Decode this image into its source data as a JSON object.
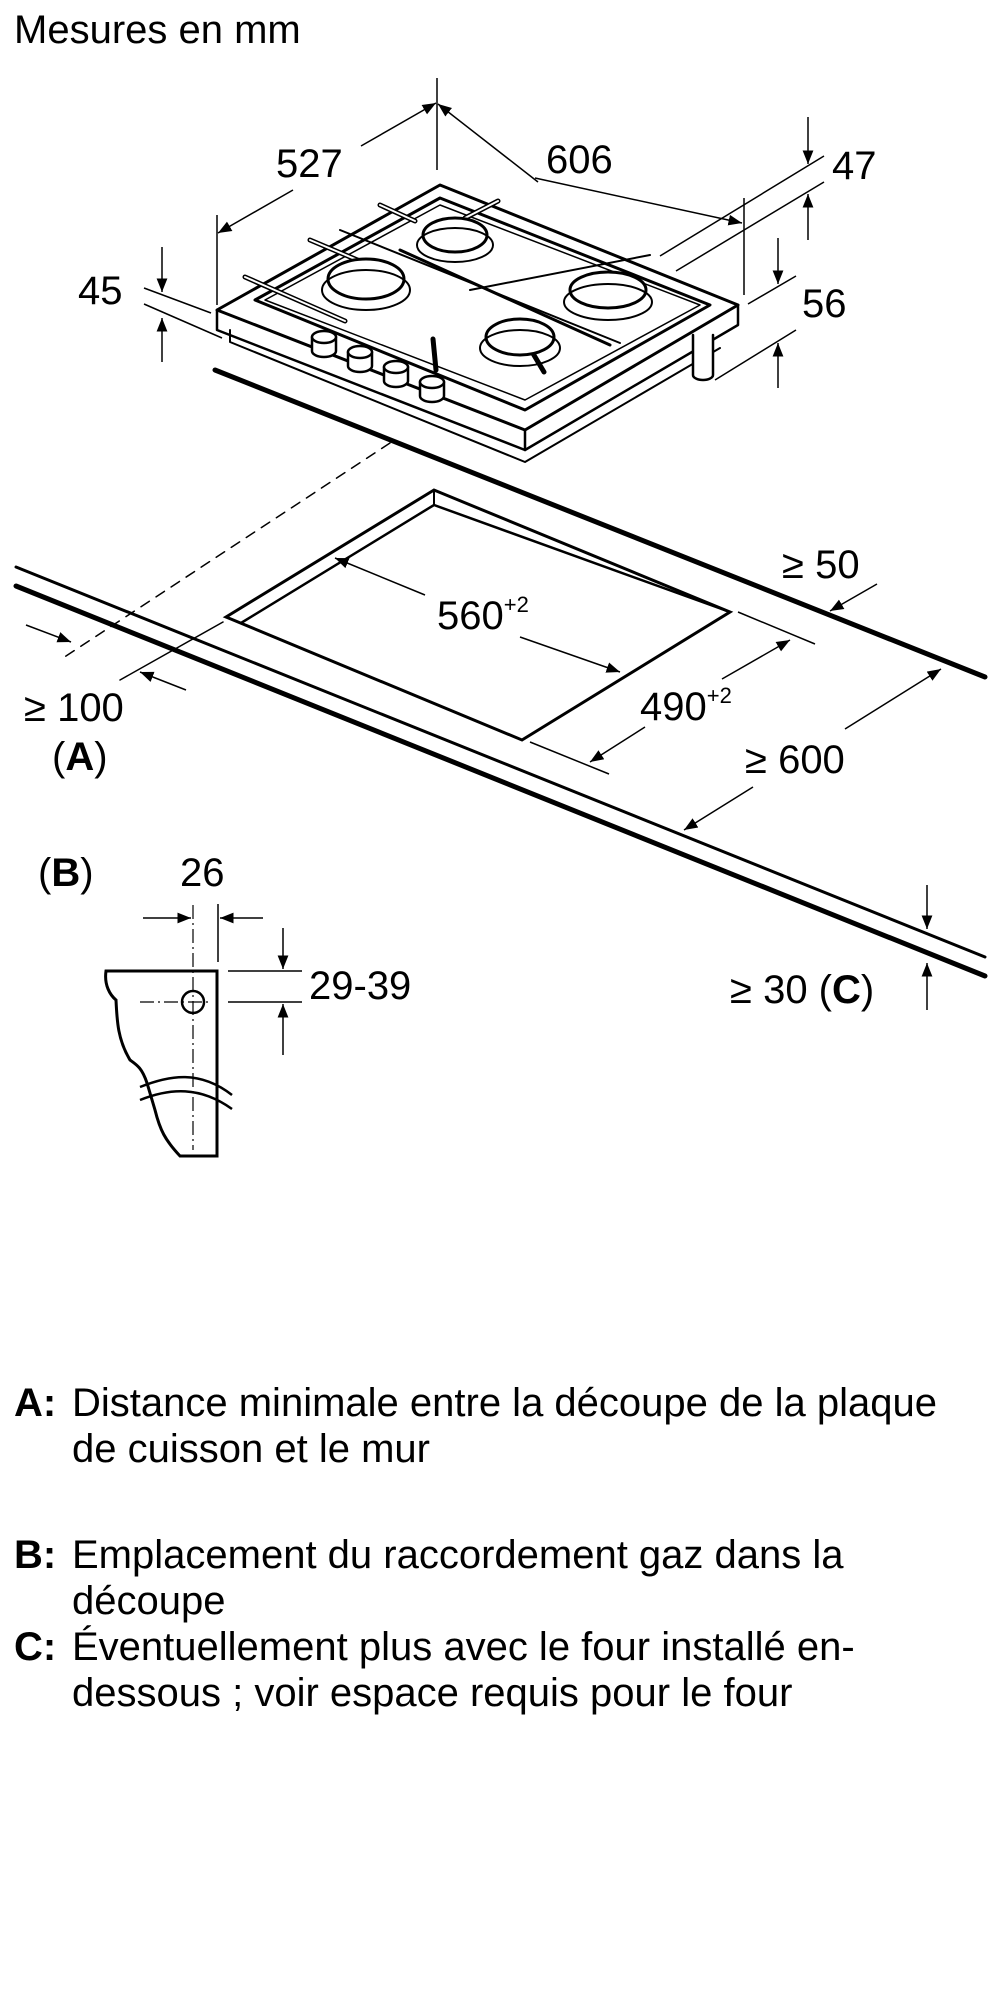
{
  "title": "Mesures en mm",
  "hob_dimensions": {
    "depth": "527",
    "width": "606",
    "top_height": "47",
    "front_height": "45",
    "below_height": "56"
  },
  "cutout_dimensions": {
    "width": "560",
    "width_tolerance": "+2",
    "depth": "490",
    "depth_tolerance": "+2"
  },
  "clearances": {
    "wall_distance": "≥ 100",
    "wall_marker": "A",
    "back_distance": "≥ 50",
    "worktop_depth": "≥ 600",
    "worktop_thickness": "≥ 30",
    "thickness_marker": "C"
  },
  "gas_connection_detail": {
    "marker": "B",
    "horizontal": "26",
    "vertical": "29-39"
  },
  "legend": [
    {
      "key": "A:",
      "text": "Distance minimale entre la découpe de la plaque de cuisson et le mur"
    },
    {
      "key": "B:",
      "text": "Emplacement du raccordement gaz dans la découpe"
    },
    {
      "key": "C:",
      "text": "Éventuellement plus avec le four installé en-dessous ; voir espace requis pour le four"
    }
  ]
}
